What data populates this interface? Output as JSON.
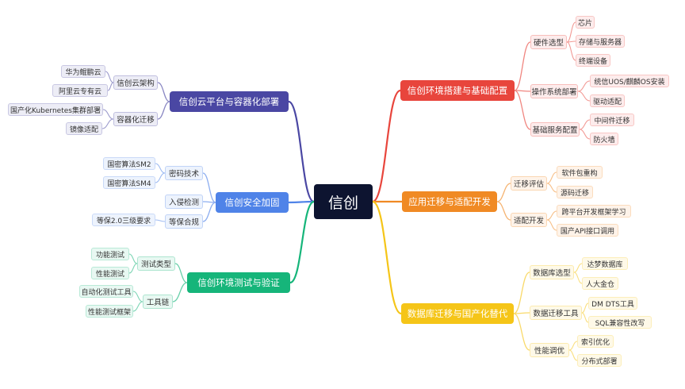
{
  "root": "信创",
  "branches": [
    {
      "label": "信创环境搭建与基础配置",
      "color": "#e8453c",
      "children": [
        {
          "label": "硬件选型",
          "children": [
            "芯片",
            "存储与服务器",
            "终端设备"
          ]
        },
        {
          "label": "操作系统部署",
          "children": [
            "统信UOS/麒麟OS安装",
            "驱动适配"
          ]
        },
        {
          "label": "基础服务配置",
          "children": [
            "中间件迁移",
            "防火墙"
          ]
        }
      ]
    },
    {
      "label": "应用迁移与适配开发",
      "color": "#f08a24",
      "children": [
        {
          "label": "迁移评估",
          "children": [
            "软件包重构",
            "源码迁移"
          ]
        },
        {
          "label": "适配开发",
          "children": [
            "跨平台开发框架学习",
            "国产API接口调用"
          ]
        }
      ]
    },
    {
      "label": "数据库迁移与国产化替代",
      "color": "#f5c518",
      "children": [
        {
          "label": "数据库选型",
          "children": [
            "达梦数据库",
            "人大金仓"
          ]
        },
        {
          "label": "数据迁移工具",
          "children": [
            "DM DTS工具",
            "SQL兼容性改写"
          ]
        },
        {
          "label": "性能调优",
          "children": [
            "索引优化",
            "分布式部署"
          ]
        }
      ]
    },
    {
      "label": "信创云平台与容器化部署",
      "color": "#4a47a3",
      "children": [
        {
          "label": "信创云架构",
          "children": [
            "华为鲲鹏云",
            "阿里云专有云"
          ]
        },
        {
          "label": "容器化迁移",
          "children": [
            "国产化Kubernetes集群部署",
            "镜像适配"
          ]
        }
      ]
    },
    {
      "label": "信创安全加固",
      "color": "#4f83e8",
      "children": [
        {
          "label": "密码技术",
          "children": [
            "国密算法SM2",
            "国密算法SM4"
          ]
        },
        {
          "label": "入侵检测",
          "children": []
        },
        {
          "label": "等保合规",
          "children": [
            "等保2.0三级要求"
          ]
        }
      ]
    },
    {
      "label": "信创环境测试与验证",
      "color": "#16b57a",
      "children": [
        {
          "label": "测试类型",
          "children": [
            "功能测试",
            "性能测试"
          ]
        },
        {
          "label": "工具链",
          "children": [
            "自动化测试工具",
            "性能测试框架"
          ]
        }
      ]
    }
  ]
}
